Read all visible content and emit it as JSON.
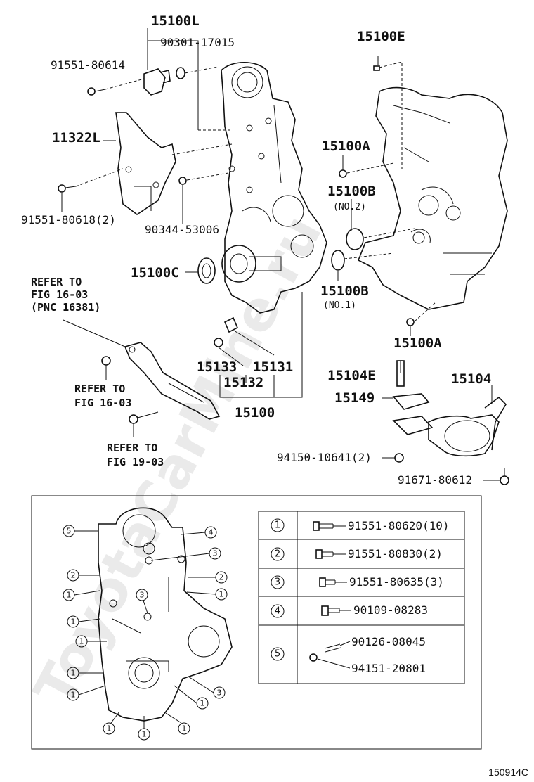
{
  "labels": {
    "p15100L": "15100L",
    "p90301": "90301-17015",
    "p91551_614": "91551-80614",
    "p11322L": "11322L",
    "p91551_618": "91551-80618(2)",
    "p90344": "90344-53006",
    "p15100E": "15100E",
    "p15100A_top": "15100A",
    "p15100B_top": "15100B",
    "no2": "(NO.2)",
    "p15100C": "15100C",
    "p15100B_bot": "15100B",
    "no1": "(NO.1)",
    "p15100A_bot": "15100A",
    "refer1_a": "REFER TO",
    "refer1_b": "FIG 16-03",
    "refer1_c": "(PNC 16381)",
    "refer2_a": "REFER TO",
    "refer2_b": "FIG 16-03",
    "refer3_a": "REFER TO",
    "refer3_b": "FIG 19-03",
    "p15133": "15133",
    "p15131": "15131",
    "p15132": "15132",
    "p15100": "15100",
    "p15104E": "15104E",
    "p15104": "15104",
    "p15149": "15149",
    "p94150": "94150-10641(2)",
    "p91671": "91671-80612"
  },
  "legend": {
    "rows": [
      {
        "num": "1",
        "parts": [
          "91551-80620(10)"
        ]
      },
      {
        "num": "2",
        "parts": [
          "91551-80830(2)"
        ]
      },
      {
        "num": "3",
        "parts": [
          "91551-80635(3)"
        ]
      },
      {
        "num": "4",
        "parts": [
          "90109-08283"
        ]
      },
      {
        "num": "5",
        "parts": [
          "90126-08045",
          "94151-20801"
        ]
      }
    ]
  },
  "inset_callouts": [
    "5",
    "4",
    "3",
    "2",
    "2",
    "1",
    "1",
    "3",
    "1",
    "1",
    "1",
    "1",
    "1",
    "3",
    "1",
    "1",
    "1"
  ],
  "watermark": "ToyotaCarMine.ru",
  "diagram_code": "150914C"
}
